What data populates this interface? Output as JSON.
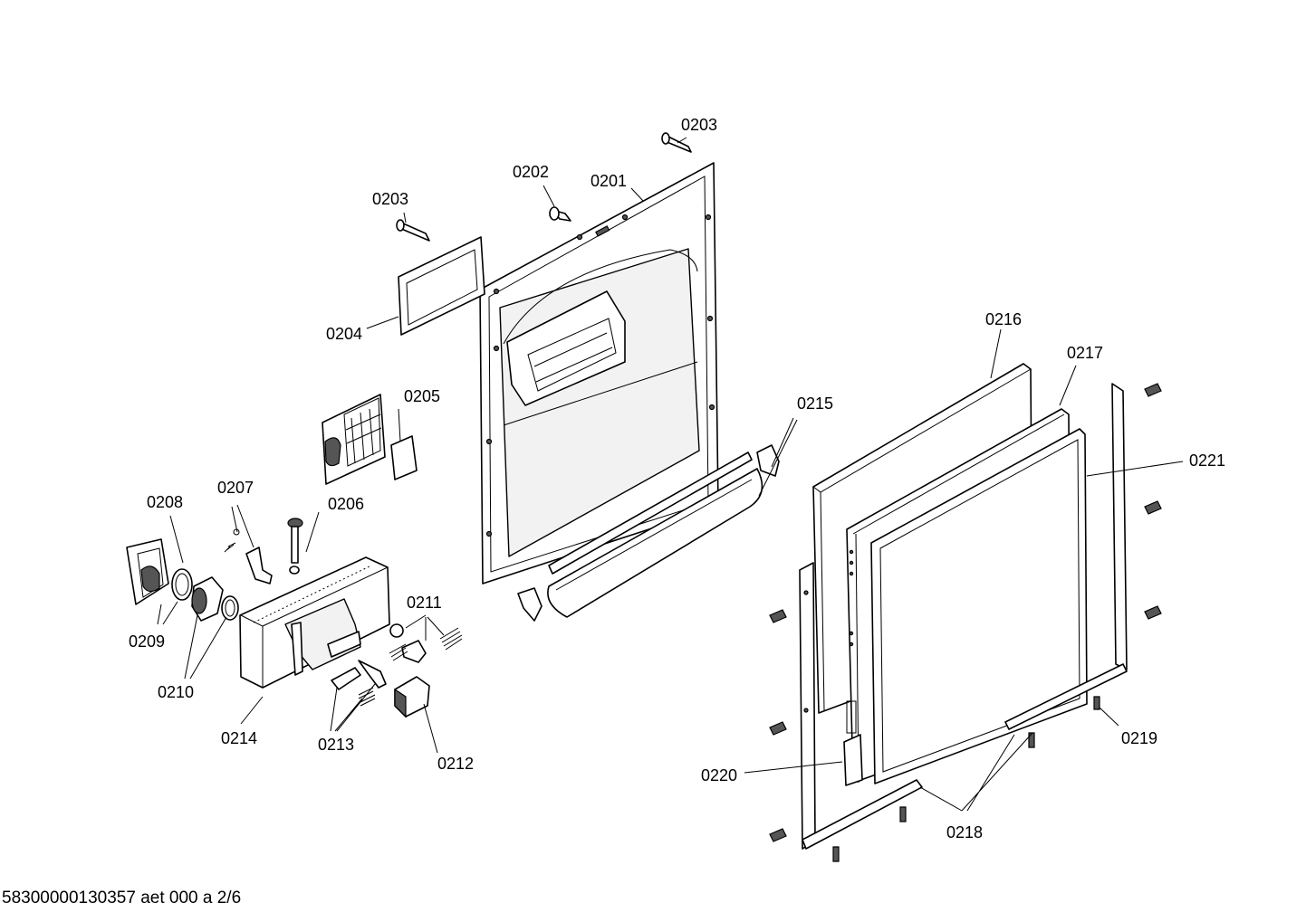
{
  "diagram": {
    "footer": "58300000130357 aet 000 a 2/6",
    "labels": {
      "l0201": "0201",
      "l0202": "0202",
      "l0203a": "0203",
      "l0203b": "0203",
      "l0204": "0204",
      "l0205": "0205",
      "l0206": "0206",
      "l0207": "0207",
      "l0208": "0208",
      "l0209": "0209",
      "l0210": "0210",
      "l0211": "0211",
      "l0212": "0212",
      "l0213": "0213",
      "l0214": "0214",
      "l0215": "0215",
      "l0216": "0216",
      "l0217": "0217",
      "l0218": "0218",
      "l0219": "0219",
      "l0220": "0220",
      "l0221": "0221"
    }
  }
}
